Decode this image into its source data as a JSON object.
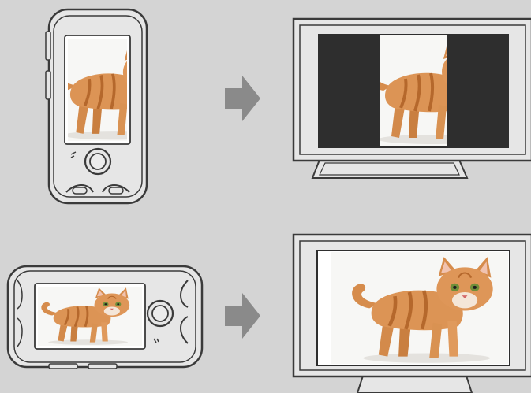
{
  "diagram": {
    "rows": [
      {
        "device_orientation": "portrait",
        "display": "pillarbox",
        "connector": "arrow-right-icon"
      },
      {
        "device_orientation": "landscape",
        "display": "fullscreen",
        "connector": "arrow-right-icon"
      }
    ],
    "colors": {
      "background": "#d4d4d4",
      "device_body": "#e6e6e6",
      "device_outline": "#3a3a3a",
      "arrow": "#8a8a8a",
      "tv_screen_bezel": "#2e2e2e",
      "photo_background": "#f6f6f4",
      "cat_fur": "#d98f4e",
      "cat_stripes": "#b5672a",
      "cat_eyes": "#6f8f3a"
    }
  }
}
